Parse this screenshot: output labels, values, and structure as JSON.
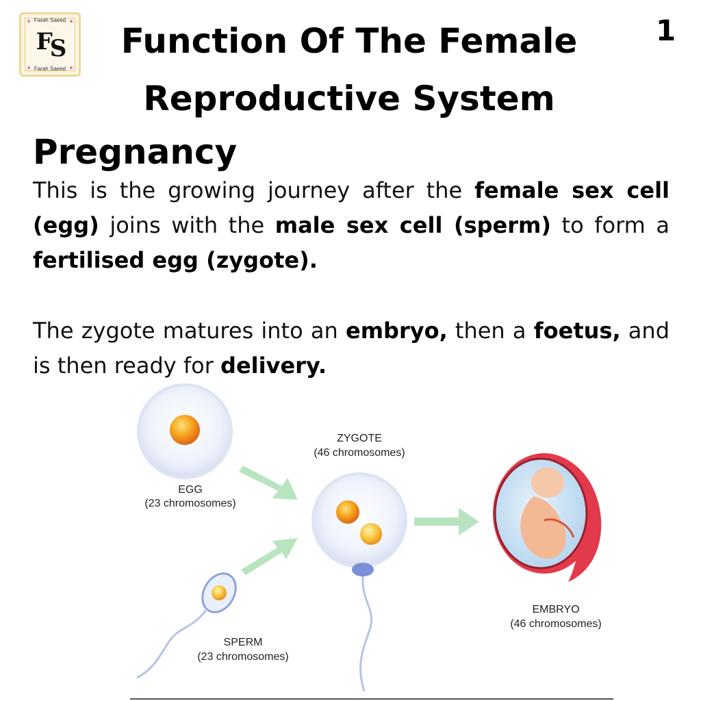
{
  "logo": {
    "text_top": "Farah Saeed",
    "text_bottom": "Farah Saeed",
    "mark_f": "F",
    "mark_s": "S"
  },
  "page_number": "1",
  "title": {
    "line1": "Function Of The Female",
    "line2": "Reproductive System"
  },
  "section": {
    "heading": "Pregnancy"
  },
  "paragraph1": {
    "t1": "This is the growing journey after the ",
    "b1": "female sex cell (egg)",
    "t2": " joins with the ",
    "b2": "male sex cell (sperm)",
    "t3": " to form a ",
    "b3": "fertilised egg (zygote)."
  },
  "paragraph2": {
    "t1": "The zygote matures into an ",
    "b1": "embryo,",
    "t2": " then a ",
    "b2": "foetus,",
    "t3": " and is then ready for ",
    "b3": "delivery."
  },
  "diagram": {
    "egg": {
      "name": "EGG",
      "detail": "(23 chromosomes)"
    },
    "zygote": {
      "name": "ZYGOTE",
      "detail": "(46 chromosomes)"
    },
    "sperm": {
      "name": "SPERM",
      "detail": "(23 chromosomes)"
    },
    "embryo": {
      "name": "EMBRYO",
      "detail": "(46 chromosomes)"
    }
  },
  "colors": {
    "arrow": "#b9e4c0",
    "nucleus": "#f5a21a",
    "membrane": "#e23a4a"
  }
}
